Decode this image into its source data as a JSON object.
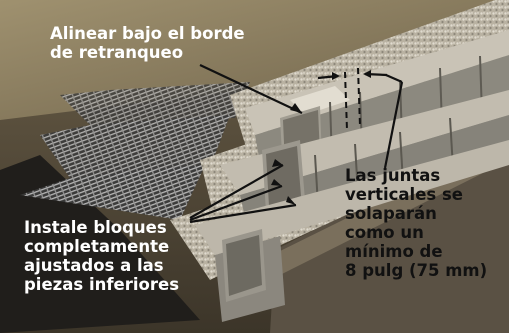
{
  "callouts": {
    "align": {
      "lines": [
        "Alinear bajo el borde",
        "de retranqueo"
      ],
      "color": "#ffffff"
    },
    "install": {
      "lines": [
        "Instale bloques",
        "completamente",
        "ajustados a las",
        "piezas inferiores"
      ],
      "color": "#ffffff"
    },
    "joints": {
      "lines": [
        "Las juntas",
        "verticales se",
        "solaparán",
        "como un",
        "mínimo de",
        "8 pulg (75 mm)"
      ],
      "color": "#111111"
    }
  },
  "colors": {
    "wall_block": "#8d8b82",
    "block_top": "#b7b2a6",
    "gravel": "#c6bfb0",
    "soil": "#3a352d",
    "leader_lines": "#111111"
  }
}
